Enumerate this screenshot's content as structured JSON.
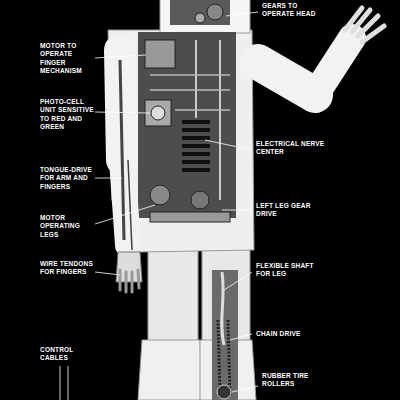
{
  "diagram": {
    "labels": [
      "GEARS TO OPERATE HEAD",
      "MOTOR TO OPERATE FINGER MECHANISM",
      "PHOTO-CELL UNIT SENSITIVE TO RED AND GREEN",
      "ELECTRICAL NERVE CENTER",
      "TONGUE-DRIVE FOR ARM AND FINGERS",
      "LEFT LEG GEAR DRIVE",
      "MOTOR OPERATING LEGS",
      "WIRE TENDONS FOR FINGERS",
      "FLEXIBLE SHAFT FOR LEG",
      "CHAIN DRIVE",
      "CONTROL CABLES",
      "RUBBER TIRE ROLLERS"
    ]
  }
}
